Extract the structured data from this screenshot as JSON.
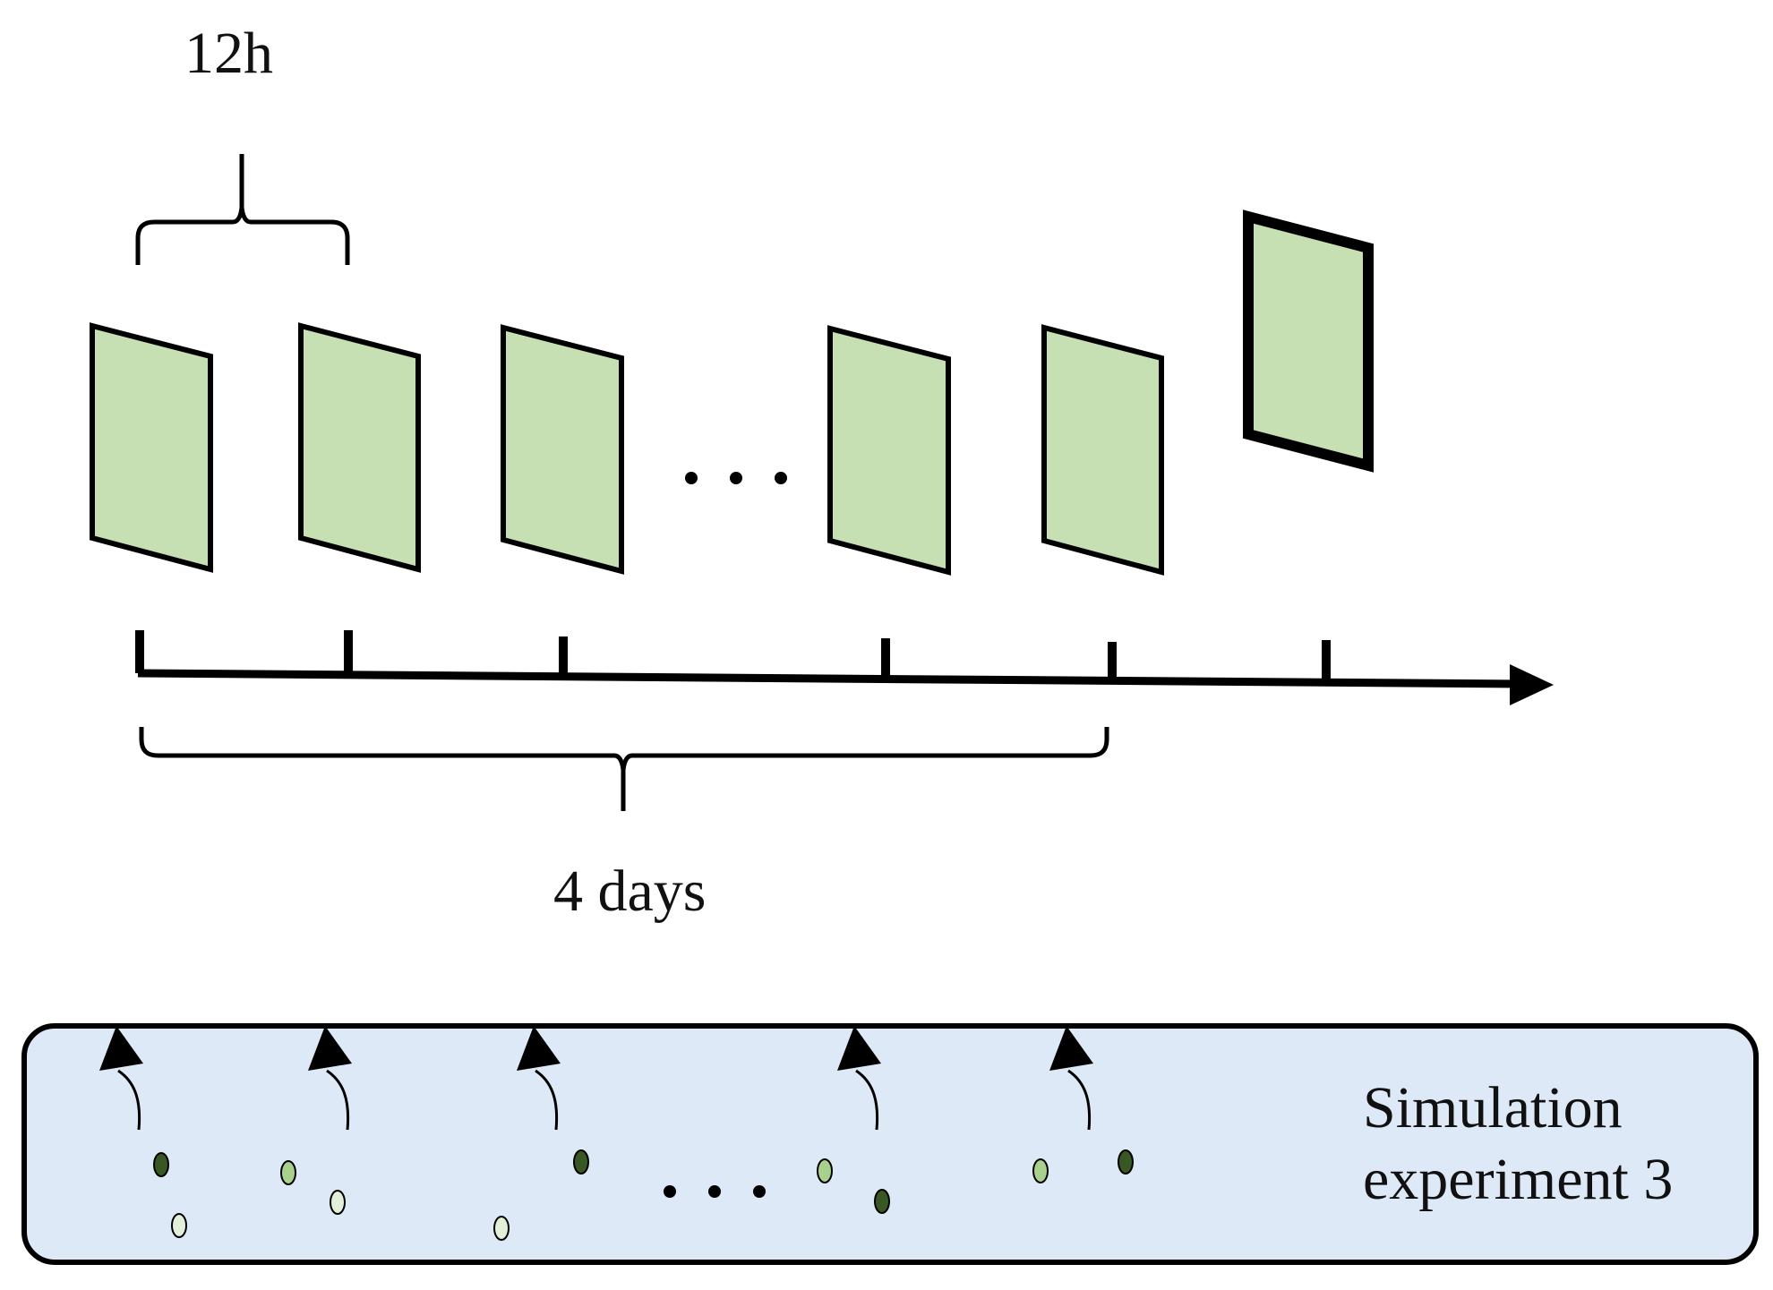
{
  "labels": {
    "interval": "12h",
    "span": "4 days",
    "ellipsis": "· · ·"
  },
  "panel": {
    "line1": "Simulation",
    "line2": "experiment 3"
  },
  "colors": {
    "frame_fill": "#c6e0b4",
    "panel_fill": "#dde9f6",
    "stroke": "#000000",
    "dot_dark": "#385723",
    "dot_mid": "#a9d18e",
    "dot_light": "#e2f0d9"
  },
  "frames": {
    "observed_count": 5,
    "forecast_count": 1
  },
  "timeline": {
    "tick_count": 6
  }
}
